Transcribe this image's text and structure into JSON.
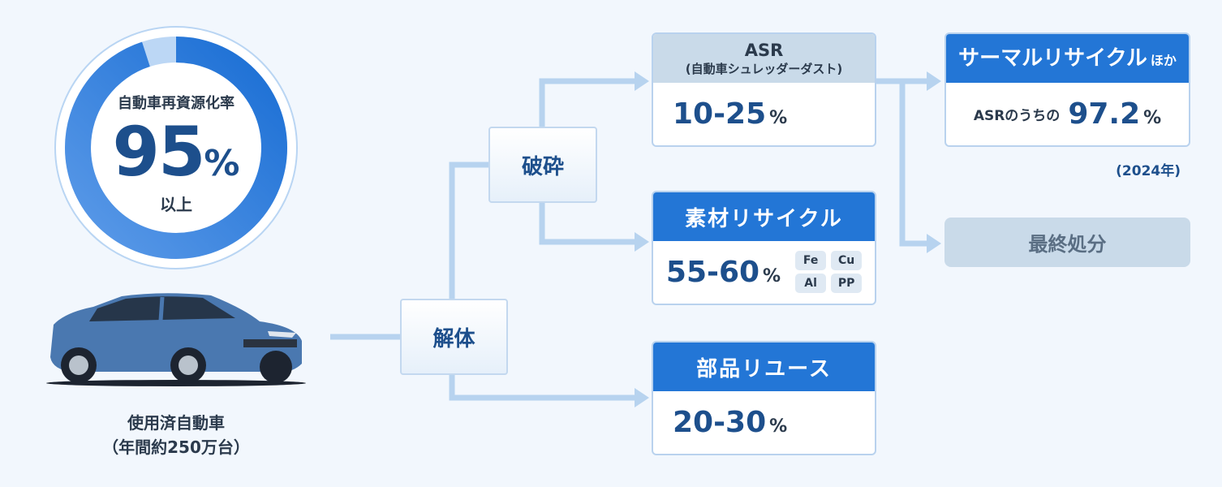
{
  "ring": {
    "label": "自動車再資源化率",
    "value": "95",
    "unit": "%",
    "suffix": "以上",
    "fraction": 0.95
  },
  "car": {
    "label": "使用済自動車",
    "sublabel": "（年間約250万台）"
  },
  "steps": {
    "dismantle": "解体",
    "shred": "破砕"
  },
  "asr": {
    "title": "ASR",
    "subtitle": "(自動車シュレッダーダスト)",
    "value": "10-25",
    "unit": "%"
  },
  "material": {
    "title": "素材リサイクル",
    "value": "55-60",
    "unit": "%",
    "chips": [
      "Fe",
      "Cu",
      "Al",
      "PP"
    ]
  },
  "parts": {
    "title": "部品リユース",
    "value": "20-30",
    "unit": "%"
  },
  "thermal": {
    "title": "サーマルリサイクル",
    "title_suffix": "ほか",
    "prefix": "ASRのうちの",
    "value": "97.2",
    "unit": "%"
  },
  "year_note": "(2024年)",
  "final": {
    "label": "最終処分"
  },
  "colors": {
    "accent": "#2376d6",
    "dark": "#1d4f8c",
    "line": "#b7d3ef",
    "gray": "#c9dae9"
  }
}
